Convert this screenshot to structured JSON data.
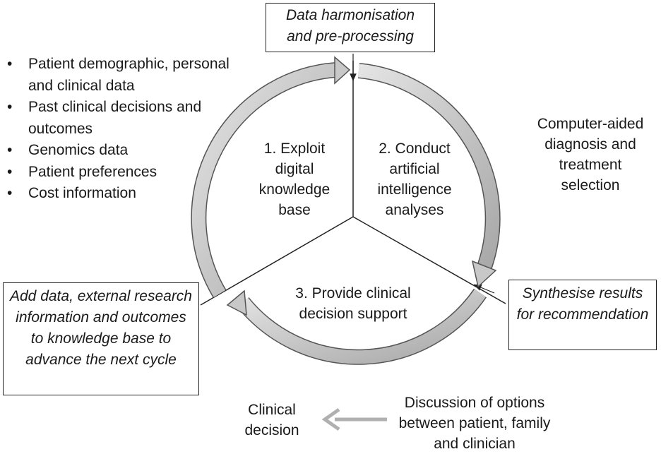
{
  "boxes": {
    "top": "Data harmonisation and pre-processing",
    "left": "Add data, external research information and outcomes to knowledge base to advance the next cycle",
    "right": "Synthesise results for recommendation"
  },
  "bullets": [
    "Patient demographic, personal and clinical data",
    "Past clinical decisions and outcomes",
    "Genomics data",
    "Patient preferences",
    "Cost information"
  ],
  "segments": {
    "one": "1. Exploit digital knowledge base",
    "two": "2. Conduct artificial intelligence analyses",
    "three": "3. Provide clinical decision support"
  },
  "right_text": "Computer-aided diagnosis and treatment selection",
  "bottom": {
    "decision": "Clinical decision",
    "discussion": "Discussion of options between patient, family and clinician"
  },
  "colors": {
    "arrow_fill": "#c8c8c8",
    "arrow_stroke": "#555555",
    "line": "#222222"
  }
}
